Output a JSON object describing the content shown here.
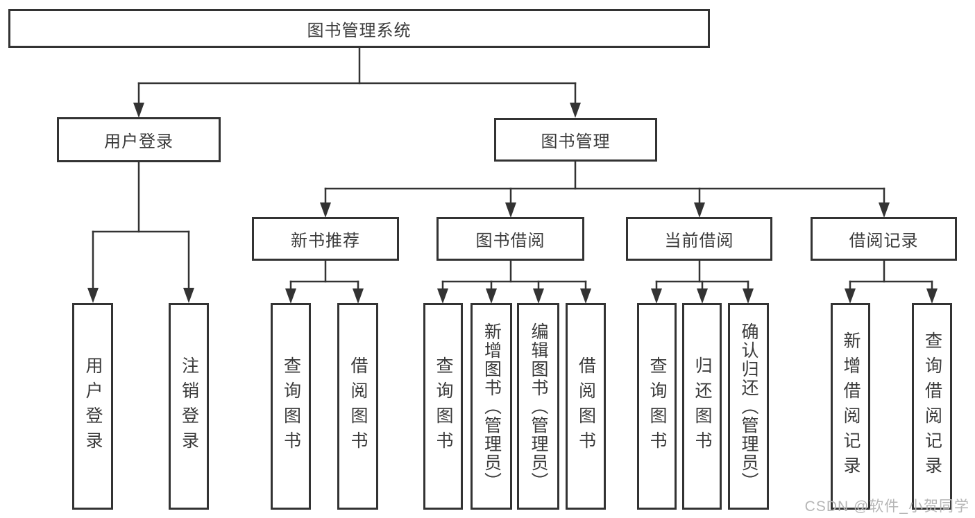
{
  "diagram": {
    "root": {
      "label": "图书管理系统"
    },
    "level2": {
      "user_login": {
        "label": "用户登录"
      },
      "book_management": {
        "label": "图书管理"
      }
    },
    "level3": [
      {
        "label": "新书推荐"
      },
      {
        "label": "图书借阅"
      },
      {
        "label": "当前借阅"
      },
      {
        "label": "借阅记录"
      }
    ],
    "leaves": {
      "user_login": [
        "用户登录",
        "注销登录"
      ],
      "new_book": [
        "查询图书",
        "借阅图书"
      ],
      "book_borrow": [
        "查询图书",
        "新增图书（管理员）",
        "编辑图书（管理员）",
        "借阅图书"
      ],
      "current_borrow": [
        "查询图书",
        "归还图书",
        "确认归还（管理员）"
      ],
      "records": [
        "新增借阅记录",
        "查询借阅记录"
      ]
    }
  },
  "watermark": {
    "text": "CSDN @软件_小贺同学"
  },
  "colors": {
    "line": "#333333",
    "text": "#3a3a3a",
    "watermark": "#b6b6b6",
    "background": "#ffffff"
  }
}
